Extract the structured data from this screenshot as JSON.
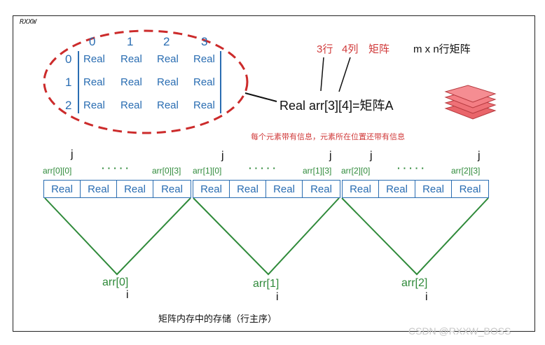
{
  "logo": "RXXW",
  "matrix": {
    "col_headers": [
      "0",
      "1",
      "2",
      "3"
    ],
    "row_headers": [
      "0",
      "1",
      "2"
    ],
    "cell_value": "Real"
  },
  "annotations": {
    "rows_label": "3行",
    "cols_label": "4列",
    "matrix_label": "矩阵",
    "mxn_label": "m x n行矩阵",
    "declaration": "Real arr[3][4]=矩阵A",
    "note": "每个元素带有信息，元素所在位置还带有信息"
  },
  "memory": {
    "groups": [
      {
        "first": "arr[0][0]",
        "last": "arr[0][3]",
        "name": "arr[0]"
      },
      {
        "first": "arr[1][0]",
        "last": "arr[1][3]",
        "name": "arr[1]"
      },
      {
        "first": "arr[2][0]",
        "last": "arr[2][3]",
        "name": "arr[2]"
      }
    ],
    "j_label": "j",
    "i_label": "i",
    "dots": "· · · · ·",
    "cell_value": "Real"
  },
  "caption": "矩阵内存中的存储（行主序）",
  "watermark": "CSDN @RXXW_BOSS",
  "colors": {
    "matrix_blue": "#2a6db2",
    "ellipse_red": "#cc2b2b",
    "memory_green": "#2f8a3a",
    "note_red": "#d03a3a"
  },
  "icons": [
    "stack-of-sheets-icon"
  ]
}
